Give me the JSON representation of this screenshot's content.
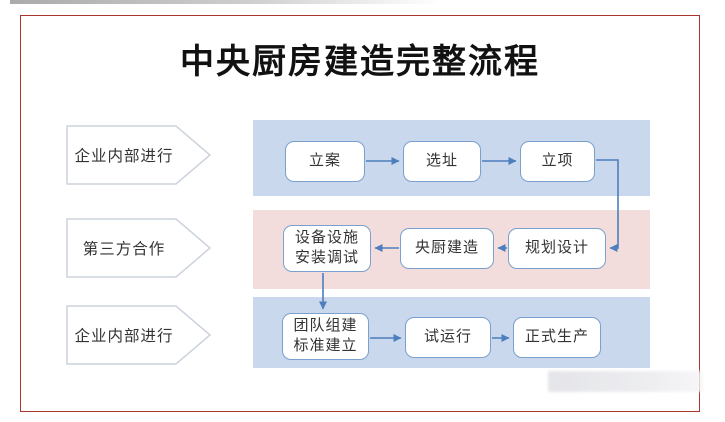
{
  "title": "中央厨房建造完整流程",
  "diagram": {
    "type": "flowchart",
    "rows": [
      {
        "side_label": "企业内部进行",
        "band_color_name": "blue",
        "nodes": [
          {
            "label": "立案"
          },
          {
            "label": "选址"
          },
          {
            "label": "立项"
          }
        ]
      },
      {
        "side_label": "第三方合作",
        "band_color_name": "pink",
        "nodes": [
          {
            "label": "设备设施\n安装调试"
          },
          {
            "label": "央厨建造"
          },
          {
            "label": "规划设计"
          }
        ]
      },
      {
        "side_label": "企业内部进行",
        "band_color_name": "blue",
        "nodes": [
          {
            "label": "团队组建\n标准建立"
          },
          {
            "label": "试运行"
          },
          {
            "label": "正式生产"
          }
        ]
      }
    ],
    "flow_edges": [
      "立案 → 选址",
      "选址 → 立项",
      "立项 → 规划设计",
      "规划设计 → 央厨建造",
      "央厨建造 → 设备设施安装调试",
      "设备设施安装调试 → 团队组建标准建立",
      "团队组建标准建立 → 试运行",
      "试运行 → 正式生产"
    ]
  },
  "colors": {
    "frame_border": "#a8362f",
    "band_blue": "#c9d8ec",
    "band_pink": "#f2dddc",
    "node_border": "#7aa0cf",
    "node_fill": "#ffffff",
    "connector": "#4d7ebd",
    "pentagon_border": "#ccd3dc",
    "title_text": "#111111",
    "body_text": "#333333"
  }
}
